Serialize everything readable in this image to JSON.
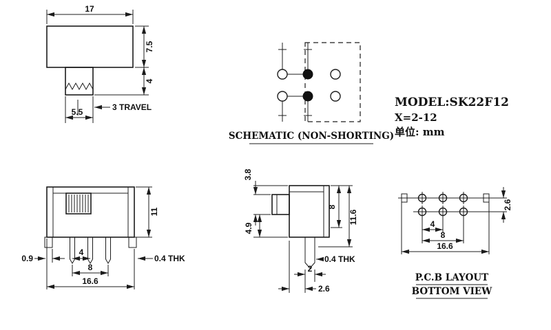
{
  "drawing": {
    "title_block": {
      "model": "MODEL:SK22F12",
      "variant": "X=2-12",
      "unit": "单位: mm"
    },
    "schematic": {
      "caption": "SCHEMATIC (NON-SHORTING)"
    },
    "top_view": {
      "width": "17",
      "body_height": "7.5",
      "stem_height": "4",
      "travel": "3 TRAVEL",
      "knob_width": "5.5"
    },
    "front_view": {
      "height": "11",
      "bracket_width": "0.9",
      "pin_pitch": "4",
      "pin_span": "8",
      "total_width": "16.6",
      "thickness": "0.4 THK"
    },
    "side_view": {
      "knob_height": "3.8",
      "knob_offset": "4.9",
      "body_depth": "8",
      "total_height": "11.6",
      "pin_width": "2",
      "pin_offset": "2.6",
      "thickness": "0.4 THK"
    },
    "pcb_layout": {
      "hole_pitch": "4",
      "hole_span": "8",
      "total_width": "16.6",
      "row_spacing": "2.6",
      "caption_line1": "P.C.B LAYOUT",
      "caption_line2": "BOTTOM VIEW"
    }
  }
}
